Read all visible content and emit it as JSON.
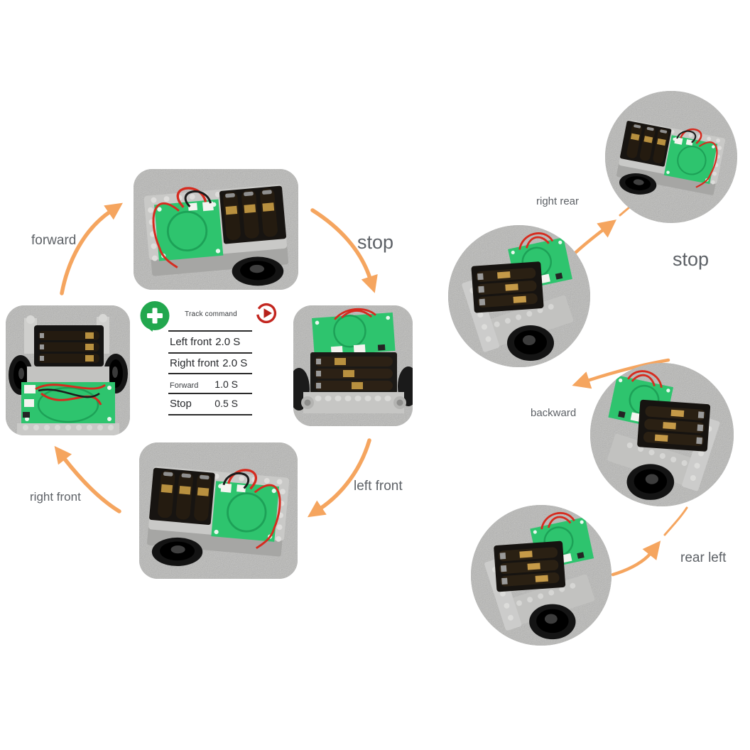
{
  "figure": {
    "left_cycle": {
      "labels": {
        "forward": "forward",
        "stop": "stop",
        "right_front": "right front",
        "left_front": "left front"
      }
    },
    "right_cycle": {
      "labels": {
        "right_rear": "right rear",
        "stop": "stop",
        "backward": "backward",
        "rear_left": "rear left"
      }
    },
    "command_panel": {
      "title": "Track command",
      "icons": {
        "add": "plus-icon",
        "run": "play-icon"
      },
      "rows": [
        {
          "label": "Left front",
          "value": "2.0 S"
        },
        {
          "label": "Right front",
          "value": "2.0 S"
        },
        {
          "label": "Forward",
          "value": "1.0 S"
        },
        {
          "label": "Stop",
          "value": "0.5 S"
        }
      ]
    },
    "colors": {
      "arrow_orange": "#F5A55F",
      "label_text": "#5D6166",
      "command_text": "#26282B",
      "add_button_green": "#22A74E",
      "play_button_red": "#C3261F",
      "pcb_green": "#2EC46E",
      "photo_background": "#B9B9B7"
    }
  }
}
